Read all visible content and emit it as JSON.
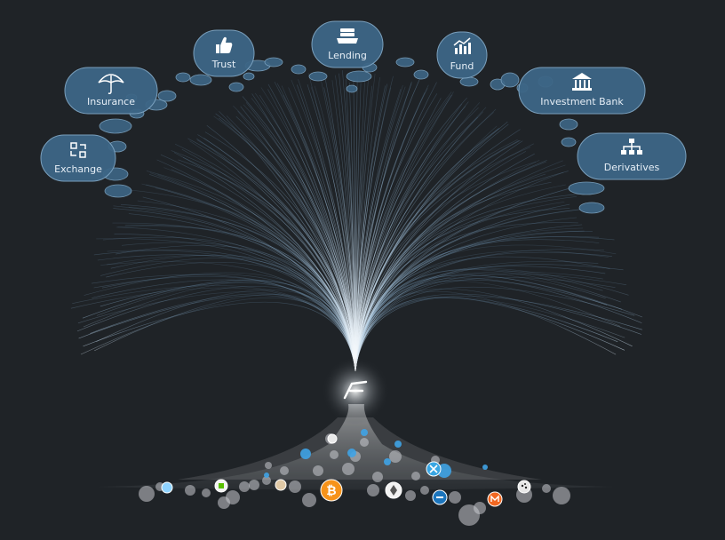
{
  "categories": [
    {
      "id": "exchange",
      "label": "Exchange",
      "icon": "exchange-icon"
    },
    {
      "id": "insurance",
      "label": "Insurance",
      "icon": "umbrella-icon"
    },
    {
      "id": "trust",
      "label": "Trust",
      "icon": "thumbs-up-icon"
    },
    {
      "id": "lending",
      "label": "Lending",
      "icon": "lending-icon"
    },
    {
      "id": "fund",
      "label": "Fund",
      "icon": "bar-chart-icon"
    },
    {
      "id": "investment-bank",
      "label": "Investment Bank",
      "icon": "bank-icon"
    },
    {
      "id": "derivatives",
      "label": "Derivatives",
      "icon": "hierarchy-icon"
    }
  ],
  "hub": {
    "icon": "platform-logo-icon"
  },
  "coins": [
    {
      "name": "bitcoin",
      "icon": "bitcoin-icon",
      "color": "#f7931a"
    },
    {
      "name": "ethereum",
      "icon": "ethereum-icon",
      "color": "#d9d9d9"
    },
    {
      "name": "ripple",
      "icon": "ripple-icon",
      "color": "#39a6e3"
    },
    {
      "name": "dash",
      "icon": "dash-icon",
      "color": "#1c75bc"
    },
    {
      "name": "monero",
      "icon": "monero-icon",
      "color": "#f26822"
    },
    {
      "name": "neo",
      "icon": "neo-icon",
      "color": "#58bf00"
    },
    {
      "name": "iota",
      "icon": "iota-icon",
      "color": "#242424"
    }
  ],
  "colors": {
    "background": "#1f2327",
    "node_fill": "#3d6686",
    "node_stroke": "#7fa6c4",
    "line": "#8fb4d8"
  }
}
